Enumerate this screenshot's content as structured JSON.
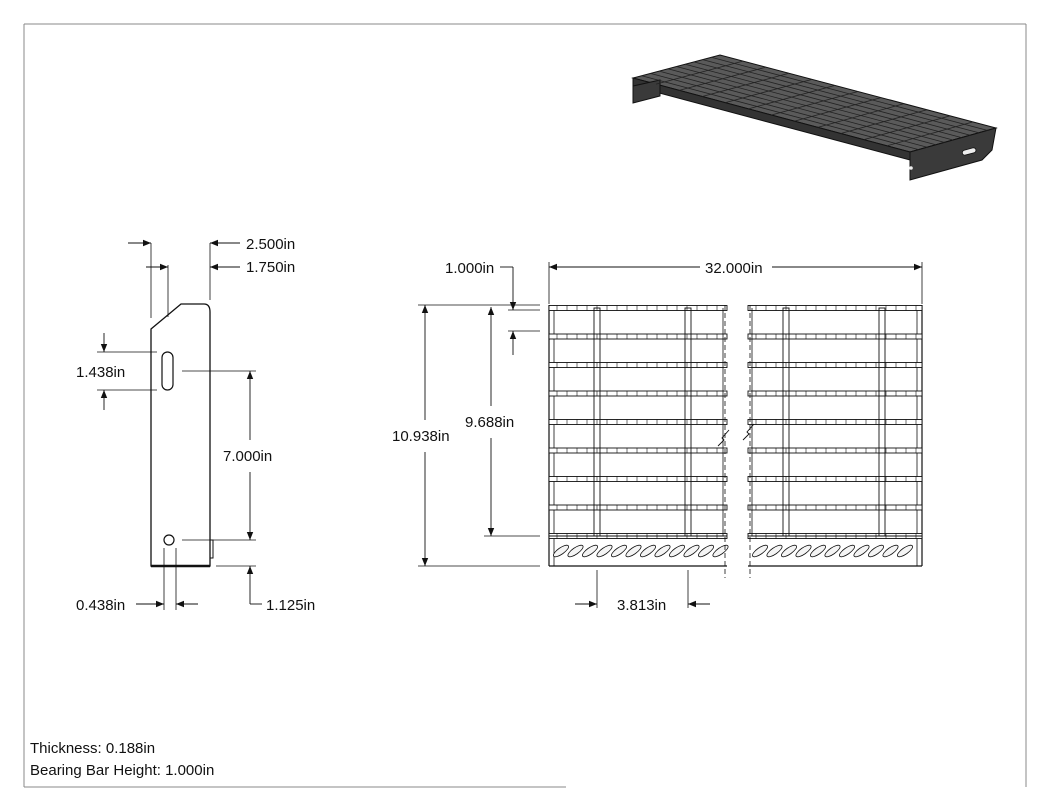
{
  "dimensions": {
    "side_width_overall": "2.500in",
    "side_width_top": "1.750in",
    "slot_length": "1.438in",
    "slot_to_hole": "7.000in",
    "hole_offset": "0.438in",
    "hole_to_bottom": "1.125in",
    "front_bar": "1.000in",
    "overall_length": "32.000in",
    "overall_depth": "10.938in",
    "grating_depth": "9.688in",
    "crossbar_spacing": "3.813in"
  },
  "notes": {
    "thickness": "Thickness: 0.188in",
    "bearing_bar_height": "Bearing Bar Height: 1.000in"
  },
  "colors": {
    "line": "#111111",
    "frame": "#888888",
    "iso_dark": "#4a4a4a"
  }
}
